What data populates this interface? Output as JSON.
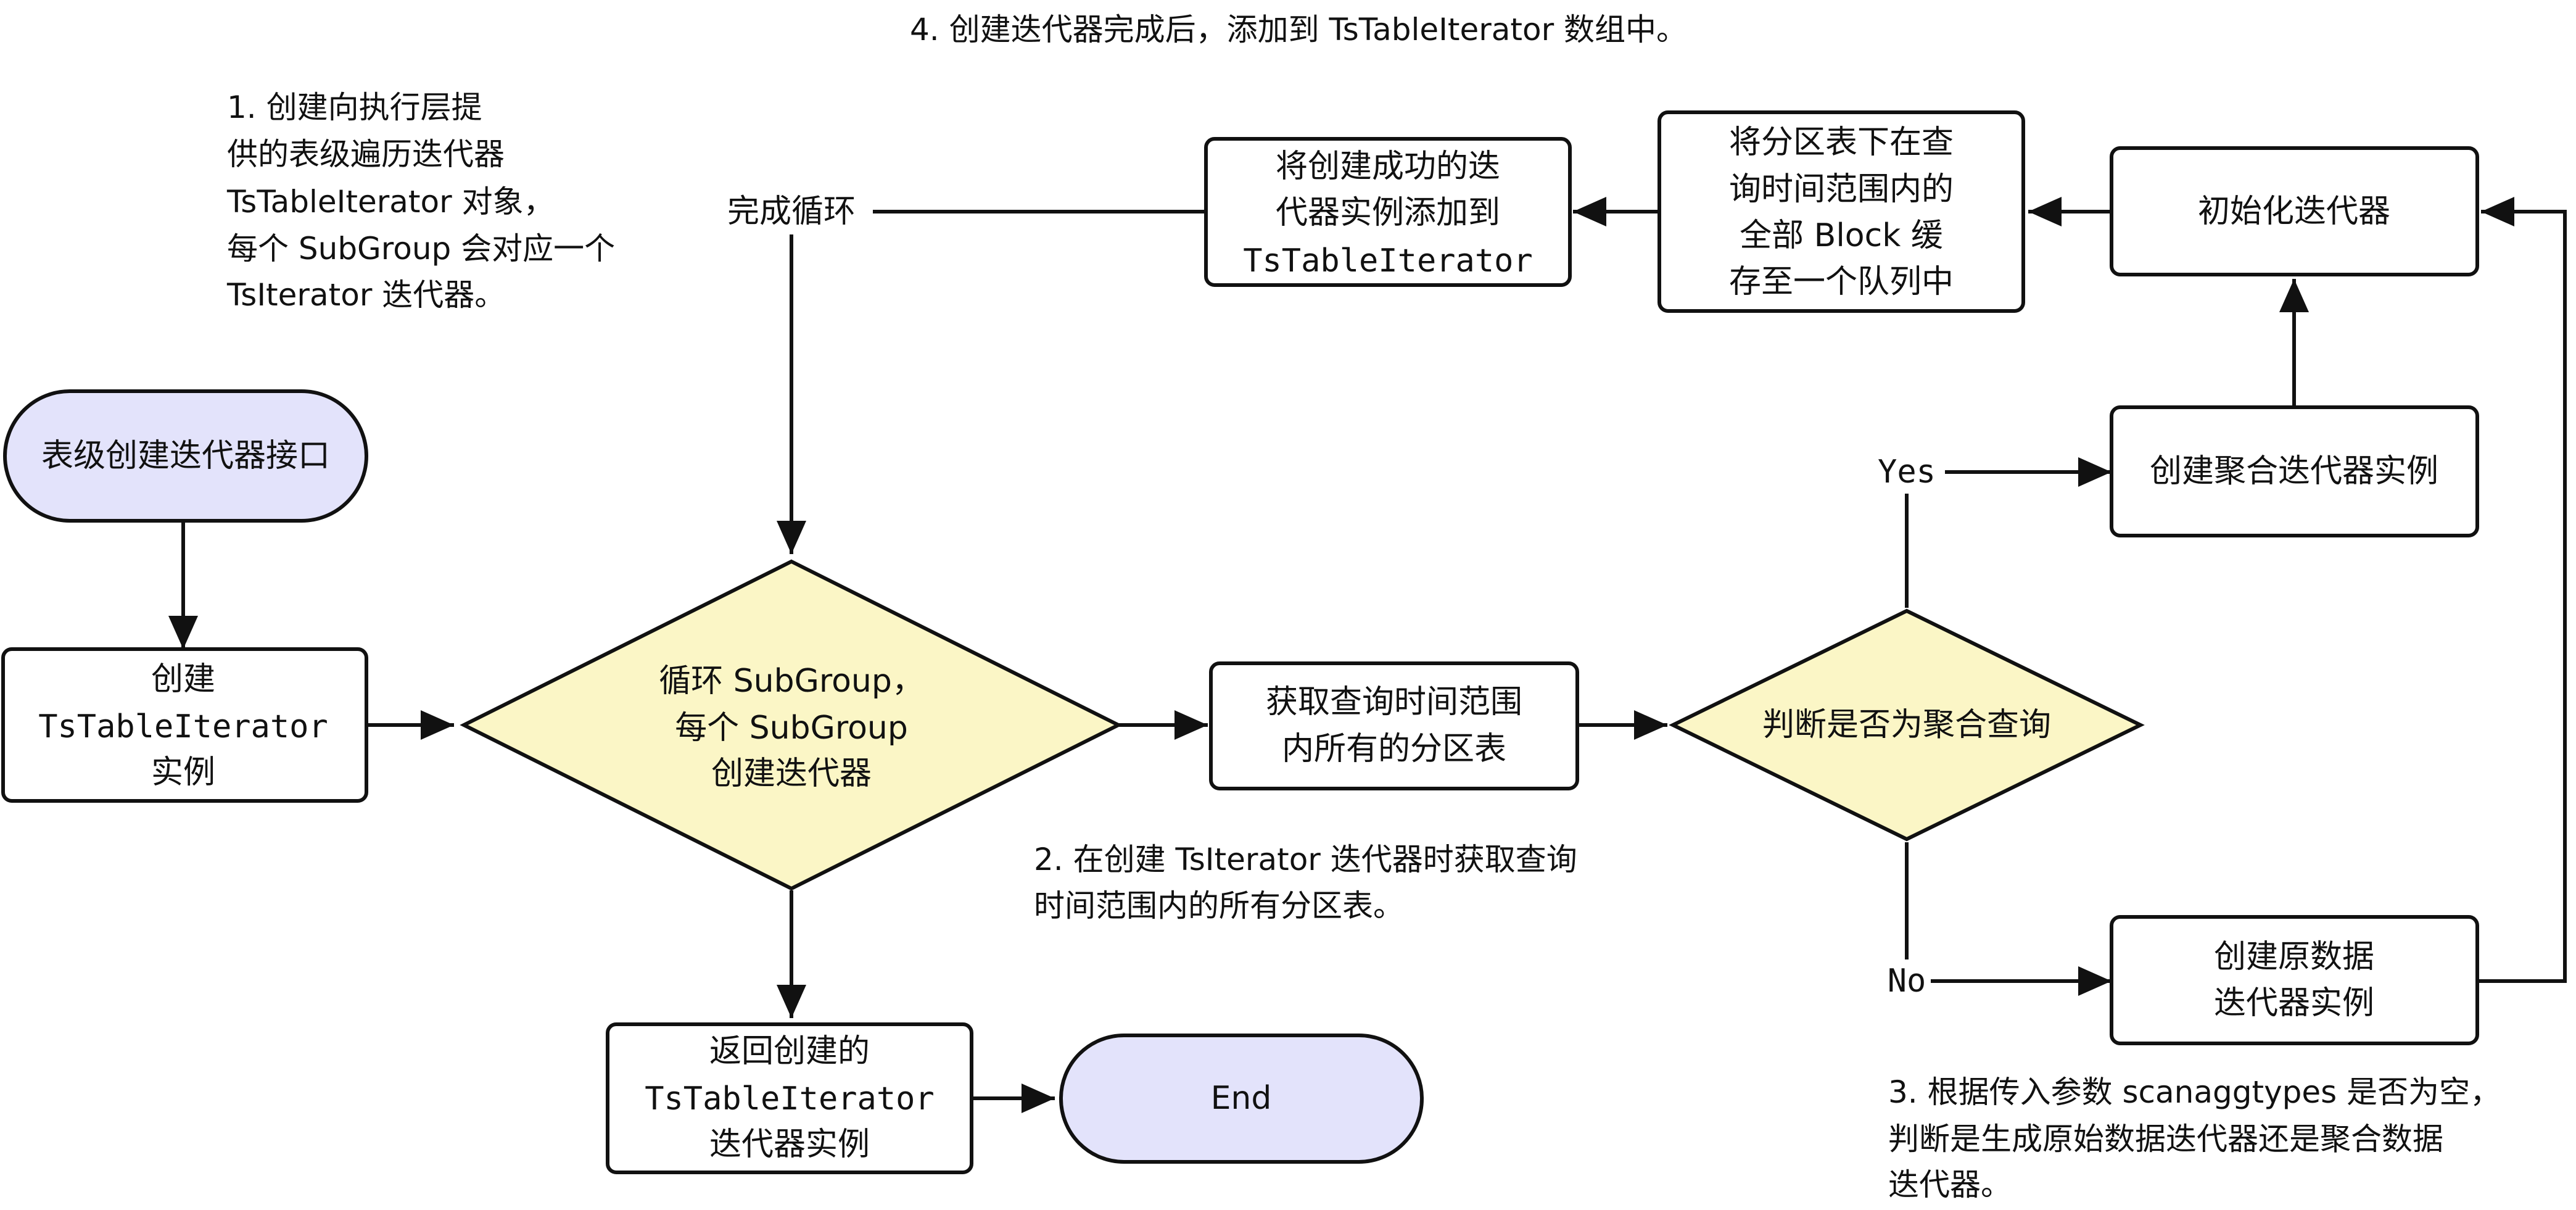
{
  "colors": {
    "terminal_fill": "#e3e3fb",
    "decision_fill": "#fbf6c6",
    "process_fill": "#ffffff",
    "stroke": "#111111"
  },
  "nodes": {
    "start": "表级创建迭代器接口",
    "create_table_iterator": [
      "创建",
      "TsTableIterator",
      "实例"
    ],
    "loop_subgroup": [
      "循环 SubGroup，",
      "每个 SubGroup",
      "创建迭代器"
    ],
    "get_partitions": [
      "获取查询时间范围",
      "内所有的分区表"
    ],
    "is_agg_query": "判断是否为聚合查询",
    "create_agg_iterator": "创建聚合迭代器实例",
    "create_raw_iterator": [
      "创建原数据",
      "迭代器实例"
    ],
    "init_iterator": "初始化迭代器",
    "cache_blocks": [
      "将分区表下在查",
      "询时间范围内的",
      "全部 Block 缓",
      "存至一个队列中"
    ],
    "add_iterator": [
      "将创建成功的迭",
      "代器实例添加到",
      "TsTableIterator"
    ],
    "return_iterator": [
      "返回创建的",
      "TsTableIterator",
      "迭代器实例"
    ],
    "end": "End"
  },
  "edge_labels": {
    "loop_done": "完成循环",
    "yes": "Yes",
    "no": "No"
  },
  "annotations": {
    "note1": [
      "1. 创建向执行层提",
      "供的表级遍历迭代器",
      "TsTableIterator 对象，",
      "每个 SubGroup 会对应一个",
      "TsIterator 迭代器。"
    ],
    "note2": [
      "2. 在创建 TsIterator 迭代器时获取查询",
      "时间范围内的所有分区表。"
    ],
    "note3": [
      "3. 根据传入参数 scanaggtypes 是否为空，",
      "判断是生成原始数据迭代器还是聚合数据",
      "迭代器。"
    ],
    "note4": "4. 创建迭代器完成后，添加到 TsTableIterator 数组中。"
  }
}
